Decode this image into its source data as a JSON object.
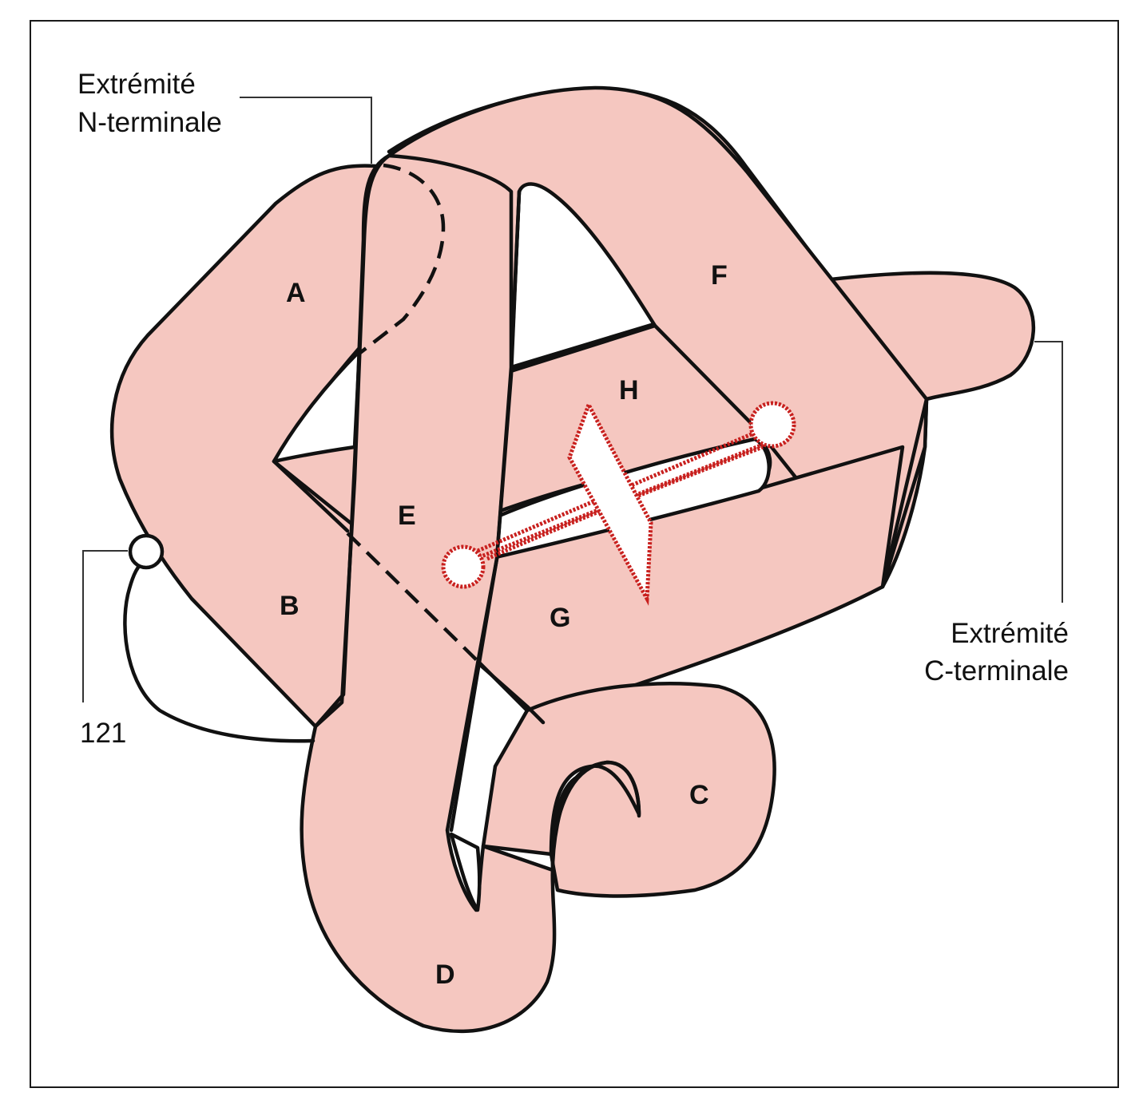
{
  "helix_labels": {
    "A": "A",
    "B": "B",
    "C": "C",
    "D": "D",
    "E": "E",
    "F": "F",
    "G": "G",
    "H": "H"
  },
  "n_terminus": {
    "line1": "Extrémité",
    "line2": "N-terminale"
  },
  "c_terminus": {
    "line1": "Extrémité",
    "line2": "C-terminale"
  },
  "residue_label": "121",
  "colors": {
    "helix_fill": "#f5c7c0",
    "outline": "#111111",
    "heme": "#c8201e"
  }
}
